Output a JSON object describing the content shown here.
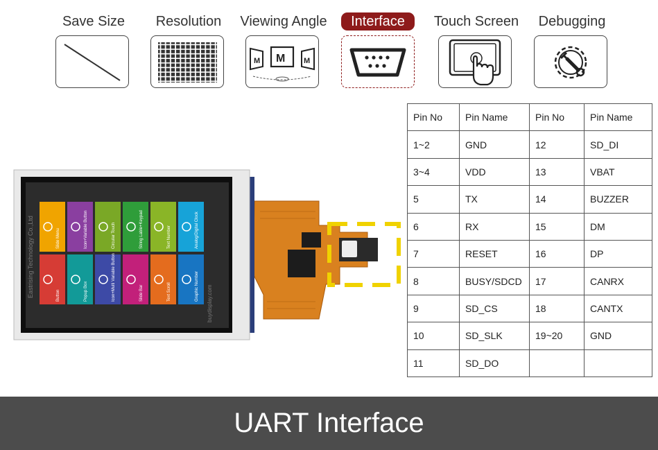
{
  "features": [
    {
      "label": "Save Size",
      "icon": "diagonal-line-icon",
      "active": false
    },
    {
      "label": "Resolution",
      "icon": "grid-icon",
      "active": false
    },
    {
      "label": "Viewing Angle",
      "icon": "viewing-angle-icon",
      "active": false
    },
    {
      "label": "Interface",
      "icon": "serial-port-icon",
      "active": true
    },
    {
      "label": "Touch Screen",
      "icon": "touch-icon",
      "active": false
    },
    {
      "label": "Debugging",
      "icon": "gear-wrench-icon",
      "active": false
    }
  ],
  "accent_color": "#8e1b1b",
  "highlight_color": "#f0d200",
  "product_image": {
    "tiles": [
      "Slide Menu",
      "Icon+Variable Button",
      "Circular Touch",
      "String Lable+Keypad",
      "Text Number",
      "Analog/Digital Clock",
      "Button",
      "Popup Box",
      "Icon+Multi Variable Button",
      "Slide Bar",
      "Text Scroll",
      "Graphic Number"
    ],
    "bezel_text": "Eastrising Technology Co.,Ltd",
    "url_text": "buydisplay.com"
  },
  "table": {
    "headers": [
      "Pin No",
      "Pin Name",
      "Pin No",
      "Pin Name"
    ],
    "rows": [
      [
        "1~2",
        "GND",
        "12",
        "SD_DI"
      ],
      [
        "3~4",
        "VDD",
        "13",
        "VBAT"
      ],
      [
        "5",
        "TX",
        "14",
        "BUZZER"
      ],
      [
        "6",
        "RX",
        "15",
        "DM"
      ],
      [
        "7",
        "RESET",
        "16",
        "DP"
      ],
      [
        "8",
        "BUSY/SDCD",
        "17",
        "CANRX"
      ],
      [
        "9",
        "SD_CS",
        "18",
        "CANTX"
      ],
      [
        "10",
        "SD_SLK",
        "19~20",
        "GND"
      ],
      [
        "11",
        "SD_DO",
        "",
        ""
      ]
    ]
  },
  "footer_title": "UART Interface"
}
